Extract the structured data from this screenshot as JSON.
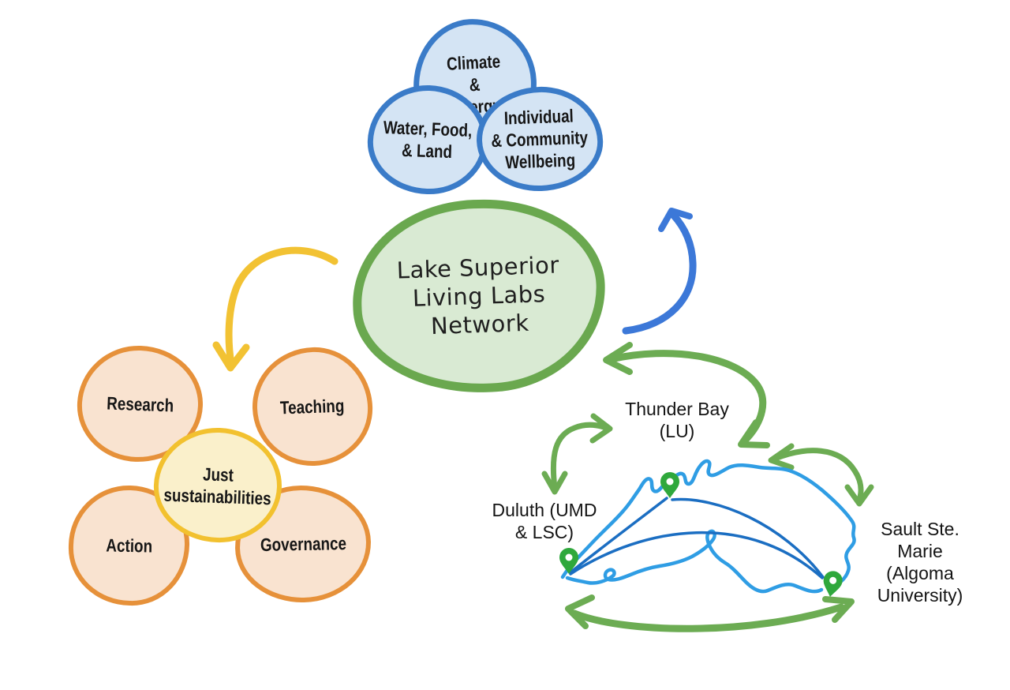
{
  "diagram_title": "Lake Superior Living Labs Network",
  "center_node": {
    "lines": [
      "Lake Superior",
      "Living Labs",
      "Network"
    ]
  },
  "theme_nodes": [
    {
      "id": "climate-energy",
      "lines": [
        "Climate",
        "&",
        "Energy"
      ]
    },
    {
      "id": "water-food-land",
      "lines": [
        "Water, Food,",
        "& Land"
      ]
    },
    {
      "id": "individual-community-wellbeing",
      "lines": [
        "Individual",
        "& Community",
        "Wellbeing"
      ]
    }
  ],
  "approach_cluster": {
    "center": {
      "lines": [
        "Just",
        "sustainabilities"
      ]
    },
    "petals": [
      {
        "label": "Research"
      },
      {
        "label": "Teaching"
      },
      {
        "label": "Action"
      },
      {
        "label": "Governance"
      }
    ]
  },
  "map": {
    "locations": [
      {
        "id": "thunder-bay",
        "lines": [
          "Thunder Bay",
          "(LU)"
        ]
      },
      {
        "id": "duluth",
        "lines": [
          "Duluth (UMD",
          "& LSC)"
        ]
      },
      {
        "id": "sault-ste-marie",
        "lines": [
          "Sault Ste.",
          "Marie",
          "(Algoma",
          "University)"
        ]
      }
    ]
  },
  "colors": {
    "blue_node_stroke": "#3a7bc8",
    "blue_node_fill": "#d4e4f4",
    "green_node_stroke": "#6aa84f",
    "green_node_fill": "#d9ead3",
    "orange_node_stroke": "#e6913a",
    "orange_node_fill": "#f9e3d0",
    "yellow_node_stroke": "#f2c12f",
    "yellow_node_fill": "#faf0cb",
    "yellow_arrow": "#f2c233",
    "blue_arrow": "#3c78d8",
    "green_arrow": "#6cac53",
    "lake_outline": "#2f9de4",
    "route_line": "#1b6ec2",
    "pin_green": "#2fa83c",
    "text": "#161616"
  }
}
